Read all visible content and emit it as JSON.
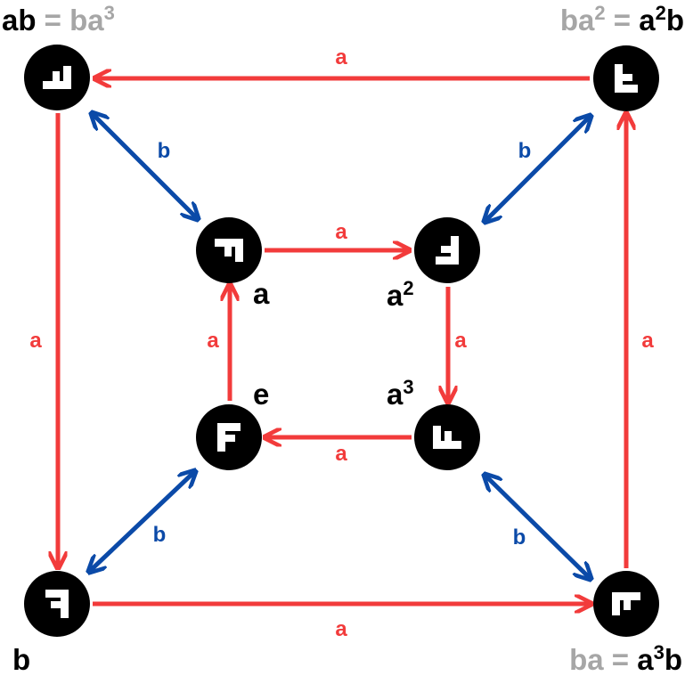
{
  "colors": {
    "a_arrow": "#f23b3b",
    "b_arrow": "#0b4aa8",
    "node_fill": "#000000",
    "glyph": "#ffffff",
    "label_black": "#000000",
    "label_gray": "#a6a6a6"
  },
  "edge_labels": {
    "a": "a",
    "b": "b"
  },
  "node_labels": {
    "e": "e",
    "a": "a",
    "a2_base": "a",
    "a2_exp": "2",
    "a3_base": "a",
    "a3_exp": "3",
    "b": "b",
    "ab_main": "ab",
    "ab_eq": " = ",
    "ab_alt_base": "ba",
    "ab_alt_exp": "3",
    "ba2_base": "ba",
    "ba2_exp": "2",
    "ba2_eq": " = ",
    "ba2_alt_base": "a",
    "ba2_alt_exp": "2",
    "ba2_alt_tail": "b",
    "ba_main": "ba",
    "ba_eq": " = ",
    "ba_alt_base": "a",
    "ba_alt_exp": "3",
    "ba_alt_tail": "b"
  },
  "glyph_icons": {
    "e": "F-glyph-identity",
    "a": "F-glyph-rot90",
    "a2": "F-glyph-rot180",
    "a3": "F-glyph-rot270",
    "b": "F-glyph-reflect",
    "ab": "F-glyph-reflect-rot90",
    "ba2": "F-glyph-reflect-rot180",
    "ba": "F-glyph-reflect-rot270"
  }
}
